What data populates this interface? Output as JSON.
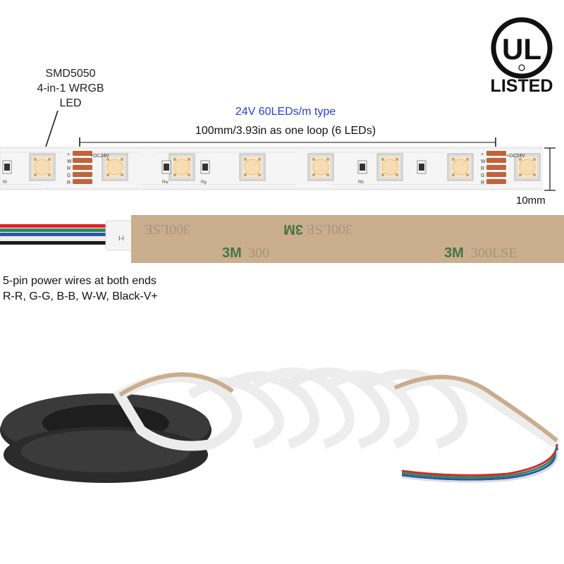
{
  "certification": {
    "logo_letters": "UL",
    "listed_text": "LISTED"
  },
  "led_type": {
    "line1": "SMD5050",
    "line2": "4-in-1 WRGB",
    "line3": "LED"
  },
  "strip_type": "24V 60LEDs/m type",
  "loop_spec": "100mm/3.93in as one loop (6 LEDs)",
  "strip_width": "10mm",
  "pcb_marking": "+DC24V",
  "pad_letters": [
    "+",
    "W",
    "R",
    "G",
    "R"
  ],
  "resistor_labels": [
    "Rr",
    "Rw",
    "Rg",
    "Rb"
  ],
  "tape_brand": "3M 300LSE",
  "wires": {
    "line1": "5-pin power wires at both ends",
    "line2": "R-R, G-G, B-B, W-W, Black-V+"
  },
  "colors": {
    "tape": "#c9ad8d",
    "pcb": "#f2f2f2",
    "label_blue": "#2a3fd6",
    "tape_print": "#2f6b3a"
  }
}
